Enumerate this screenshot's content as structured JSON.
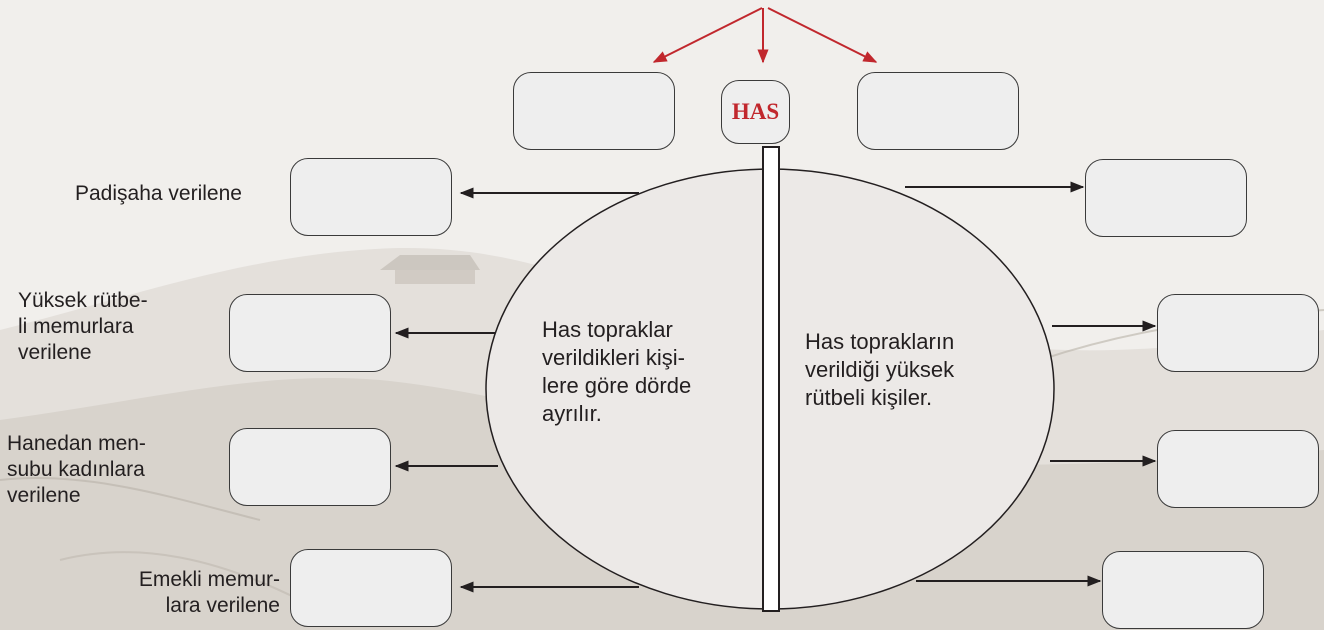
{
  "title": "HAS",
  "colors": {
    "accent": "#c1272d",
    "box_fill": "#eeeeee",
    "ellipse_fill": "#ece9e7",
    "line": "#231f20"
  },
  "left_labels": [
    "Padişaha verilene",
    "Yüksek rütbe-\nli memurlara\nverilene",
    "Hanedan men-\nsubu kadınlara\nverilene",
    "Emekli memur-\nlara verilene"
  ],
  "left_center_text": "Has topraklar\nverildikleri kişi-\nlere göre dörde\nayrılır.",
  "right_center_text": "Has toprakların\nverildiği yüksek\nrütbeli kişiler."
}
